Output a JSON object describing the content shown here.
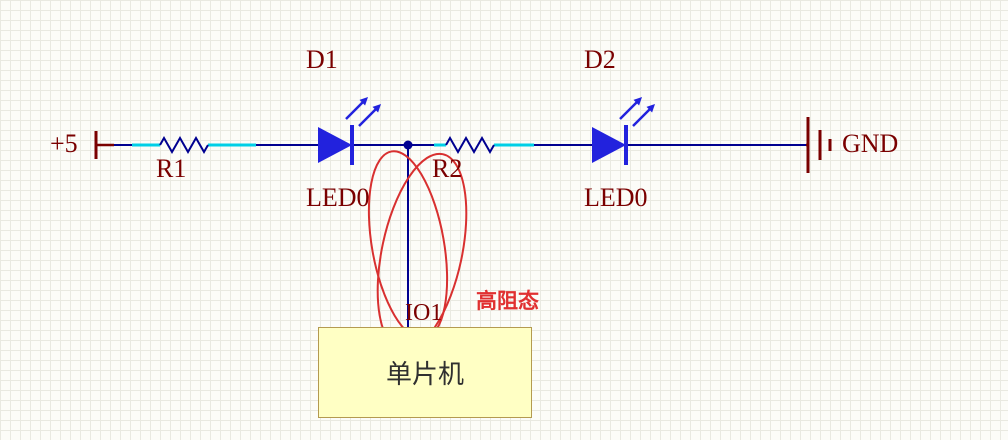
{
  "labels": {
    "power": "+5",
    "r1": "R1",
    "d1": "D1",
    "d1_part": "LED0",
    "r2": "R2",
    "d2": "D2",
    "d2_part": "LED0",
    "gnd": "GND",
    "io_pin": "IO1",
    "mcu": "单片机",
    "annotation": "高阻态"
  },
  "colors": {
    "wire": "#000090",
    "wire_highlight": "#00cfe6",
    "led_fill": "#2222dd",
    "designator_text": "#7a0000",
    "annotation_red": "#d83030",
    "mcu_fill": "#ffffc4",
    "mcu_border": "#b49a50",
    "grid_line": "#e9e9e1"
  }
}
